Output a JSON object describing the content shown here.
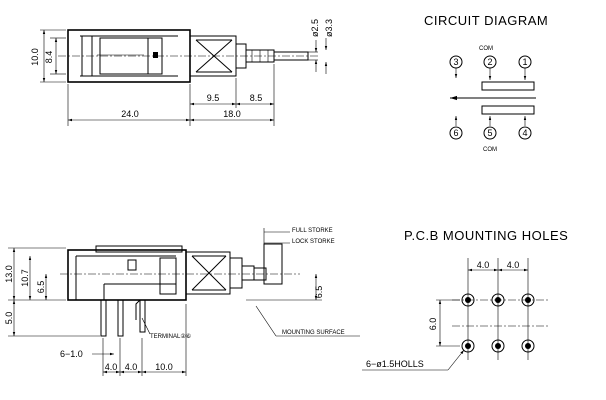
{
  "circuit": {
    "title": "CIRCUIT DIAGRAM",
    "com_top": "COM",
    "com_bottom": "COM",
    "pins": [
      "1",
      "2",
      "3",
      "4",
      "5",
      "6"
    ]
  },
  "pcb": {
    "title": "P.C.B MOUNTING HOLES",
    "dim_h1": "4.0",
    "dim_h2": "4.0",
    "dim_v": "6.0",
    "holes_label": "6−ø1.5HOLLS"
  },
  "top_view": {
    "dim_height_outer": "10.0",
    "dim_height_inner": "8.4",
    "dim_shaft_d1": "ø2.5",
    "dim_shaft_d2": "ø3.3",
    "dim_9_5": "9.5",
    "dim_8_5": "8.5",
    "dim_24": "24.0",
    "dim_18": "18.0"
  },
  "side_view": {
    "full_stroke": "FULL STORKE",
    "lock_stroke": "LOCK STORKE",
    "dim_13": "13.0",
    "dim_10_7": "10.7",
    "dim_6_5_left": "6.5",
    "dim_6_5_right": "6.5",
    "dim_5": "5.0",
    "terminal": "TERMINAL②⑥",
    "mounting_surface": "MOUNTING SURFACE",
    "dim_6_1": "6−1.0",
    "dim_bottom_4a": "4.0",
    "dim_bottom_4b": "4.0",
    "dim_bottom_10": "10.0"
  }
}
